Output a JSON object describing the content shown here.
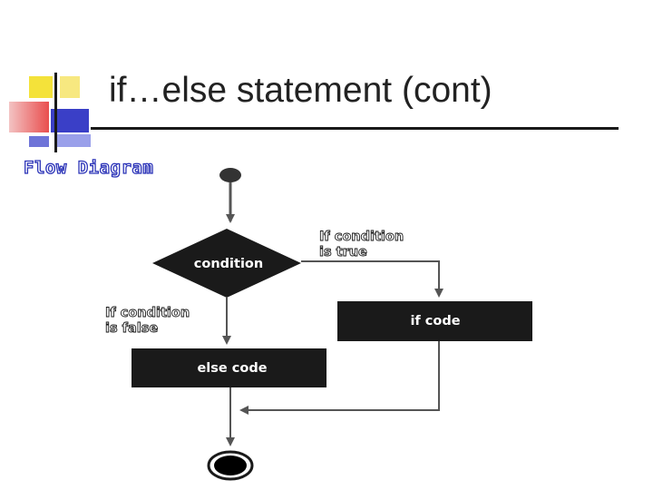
{
  "slide": {
    "title": "if…else statement (cont)",
    "subtitle": "Flow Diagram"
  },
  "diagram": {
    "condition_node": "condition",
    "true_label_line1": "If condition",
    "true_label_line2": "is true",
    "false_label_line1": "If condition",
    "false_label_line2": "is false",
    "if_node": "if code",
    "else_node": "else code"
  },
  "colors": {
    "node_fill": "#1a1a1a",
    "line": "#555555",
    "subtitle_outline": "#2c34b8"
  }
}
